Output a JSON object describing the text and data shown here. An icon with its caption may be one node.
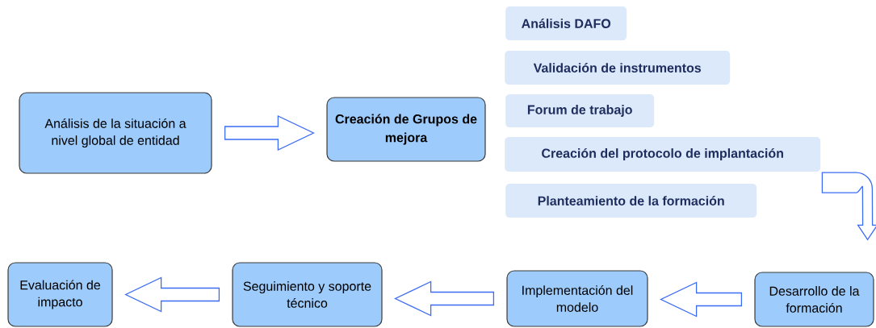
{
  "diagram": {
    "nodes": [
      {
        "text": [
          "Análisis de la situación a nivel global de entidad"
        ]
      },
      {
        "text": [
          "Creación de Grupos de mejora"
        ]
      },
      {
        "text": [
          "Análisis DAFO"
        ]
      },
      {
        "text": [
          "Validación de instrumentos"
        ]
      },
      {
        "text": [
          "Forum de trabajo"
        ]
      },
      {
        "text": [
          "Creación del protocolo de implantación"
        ]
      },
      {
        "text": [
          "Planteamiento de la formación"
        ]
      },
      {
        "text": [
          "Desarrollo de la formación"
        ]
      },
      {
        "text": [
          "Implementación del modelo"
        ]
      },
      {
        "text": [
          "Seguimiento y soporte técnico"
        ]
      },
      {
        "text": [
          "Evaluación de impacto"
        ]
      }
    ],
    "edges": [
      {
        "from": 0,
        "to": 1,
        "arrow": "to"
      },
      {
        "from": 5,
        "to": 7,
        "arrow": "to"
      },
      {
        "from": 7,
        "to": 8,
        "arrow": "to"
      },
      {
        "from": 8,
        "to": 9,
        "arrow": "to"
      },
      {
        "from": 9,
        "to": 10,
        "arrow": "to"
      }
    ]
  }
}
